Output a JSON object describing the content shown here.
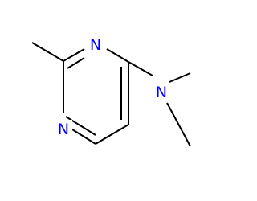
{
  "molecule": {
    "atoms": {
      "n3": {
        "symbol": "N"
      },
      "n1": {
        "symbol": "N"
      },
      "n_amine": {
        "symbol": "N"
      }
    },
    "colors": {
      "nitrogen": "#0000ff",
      "bond": "#000000",
      "background": "#ffffff"
    }
  }
}
